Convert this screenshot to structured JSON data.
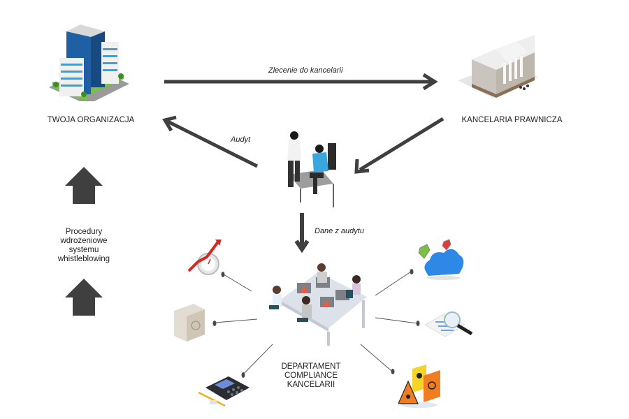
{
  "nodes": {
    "organization": {
      "label": "TWOJA ORGANIZACJA",
      "icon": "office-building-icon"
    },
    "law_firm": {
      "label": "KANCELARIA PRAWNICZA",
      "icon": "courthouse-icon"
    },
    "auditors": {
      "icon": "auditors-at-desk-icon"
    },
    "compliance": {
      "label_lines": [
        "DEPARTAMENT",
        "COMPLIANCE",
        "KANCELARII"
      ],
      "icon": "team-meeting-icon"
    }
  },
  "edges": {
    "order": {
      "label": "Zlecenie do kancelarii"
    },
    "audit": {
      "label": "Audyt"
    },
    "audit_data": {
      "label": "Dane z audytu"
    }
  },
  "side_process": {
    "label_lines": [
      "Procedury",
      "wdrożeniowe",
      "systemu",
      "whistleblowing"
    ]
  },
  "satellites": [
    {
      "icon": "stopwatch-growth-icon"
    },
    {
      "icon": "safe-icon"
    },
    {
      "icon": "calculator-icon"
    },
    {
      "icon": "cloud-security-icon"
    },
    {
      "icon": "document-search-icon"
    },
    {
      "icon": "hazard-signs-icon"
    }
  ],
  "colors": {
    "arrow": "#3f3f3f",
    "connector": "#555555"
  }
}
